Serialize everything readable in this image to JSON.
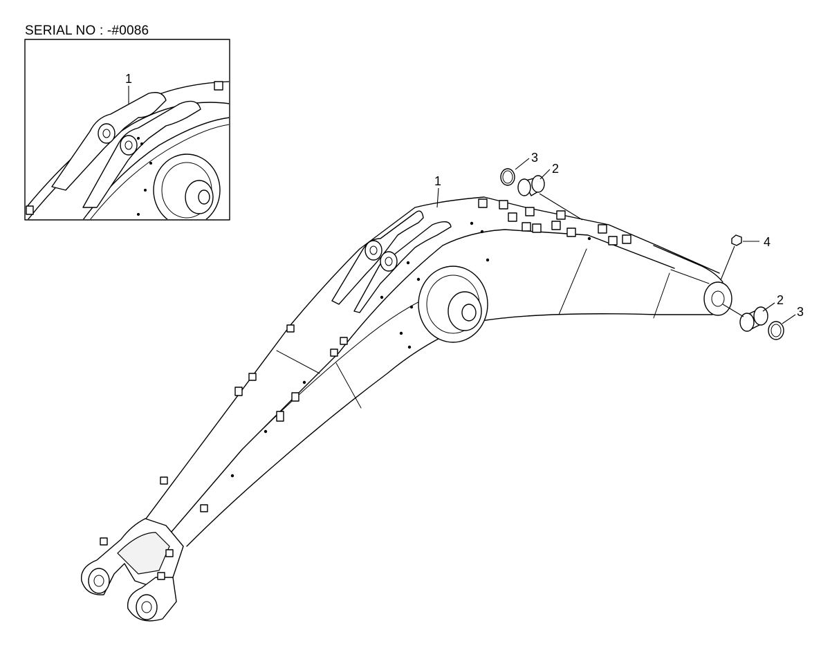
{
  "serial_label": "SERIAL NO : -#0086",
  "callouts": {
    "inset_1": "1",
    "main_1": "1",
    "top_2": "2",
    "top_3": "3",
    "side_2": "2",
    "side_3": "3",
    "main_4": "4"
  }
}
